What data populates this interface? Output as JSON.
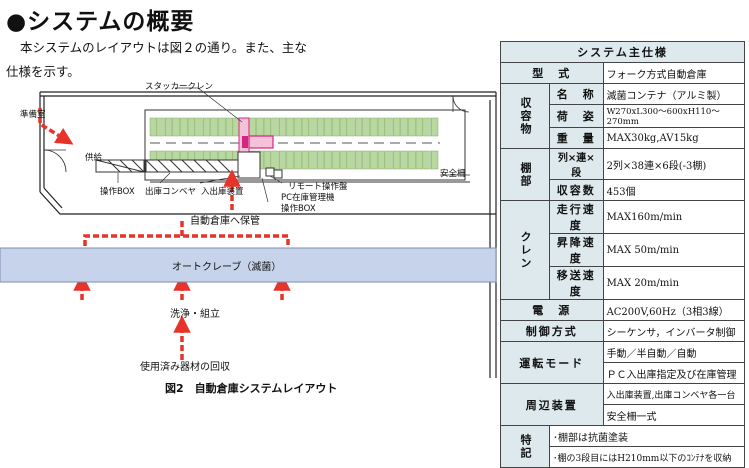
{
  "heading": "●システムの概要",
  "intro": {
    "line1": "本システムのレイアウトは図２の通り。また、主な",
    "line2": "仕様を示す。"
  },
  "diagram": {
    "labels": {
      "prep_room": "準備室",
      "stacker_crane": "スタッカークレン",
      "supply": "供給",
      "op_box1": "操作BOX",
      "exit_conveyor": "出庫コンベヤ",
      "io_device": "入出庫装置",
      "remote_panel": "リモート操作盤",
      "pc_manager": "PC在庫管理機",
      "op_box2": "操作BOX",
      "safety_fence": "安全柵",
      "to_warehouse": "自動倉庫へ保管",
      "autoclave": "オートクレーブ（滅菌）",
      "wash": "洗浄・組立",
      "recovery": "使用済み器材の回収"
    },
    "caption": "図2　自動倉庫システムレイアウト",
    "colors": {
      "rack": "#b9d8a0",
      "arrow": "#e6342a",
      "crane": "#d4267f",
      "autoclave": "#c6d3ea"
    }
  },
  "spec": {
    "title": "システム主仕様",
    "type_label": "型　式",
    "type_value": "フォーク方式自動倉庫",
    "container_group": "収容物",
    "name_label": "名　称",
    "name_value": "滅菌コンテナ（アルミ製）",
    "shape_label": "荷　姿",
    "shape_value": "W270xL300～600xH110～270mm",
    "weight_label": "重　量",
    "weight_value": "MAX30kg,AV15kg",
    "shelf_group": "棚部",
    "layout_label": "列×連×段",
    "layout_value": "2列×38連×6段(-3棚)",
    "count_label": "収容数",
    "count_value": "453個",
    "crane_group": "クレン",
    "travel_label": "走行速度",
    "travel_value": "MAX160m/min",
    "lift_label": "昇降速度",
    "lift_value": "MAX 50m/min",
    "transfer_label": "移送速度",
    "transfer_value": "MAX 20m/min",
    "power_label": "電　源",
    "power_value": "AC200V,60Hz（3相3線）",
    "control_label": "制御方式",
    "control_value": "シーケンサ，インバータ制御",
    "mode_label": "運転モード",
    "mode_value1": "手動／半自動／自動",
    "mode_value2": "ＰＣ入出庫指定及び在庫管理",
    "peripheral_label": "周辺装置",
    "peripheral_value1": "入出庫装置,出庫コンベヤ各一台",
    "peripheral_value2": "安全柵一式",
    "notes_label": "特記",
    "note1": "･棚部は抗菌塗装",
    "note2": "･棚の3段目にはH210mm以下のｺﾝﾃﾅを収納"
  }
}
